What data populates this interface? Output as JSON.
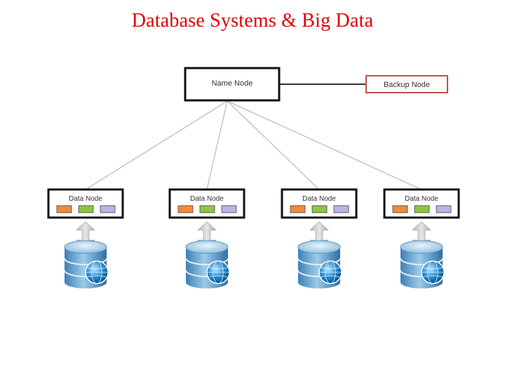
{
  "title": "Database Systems & Big Data",
  "diagram": {
    "name_node": {
      "label": "Name Node"
    },
    "backup_node": {
      "label": "Backup Node"
    },
    "data_nodes": [
      {
        "label": "Data Node"
      },
      {
        "label": "Data Node"
      },
      {
        "label": "Data Node"
      },
      {
        "label": "Data Node"
      }
    ],
    "block_colors": [
      "#f08a3c",
      "#8cc63f",
      "#b4b4e6"
    ],
    "connector_color": "#c8c8c8",
    "backup_border_color": "#c0504d"
  }
}
